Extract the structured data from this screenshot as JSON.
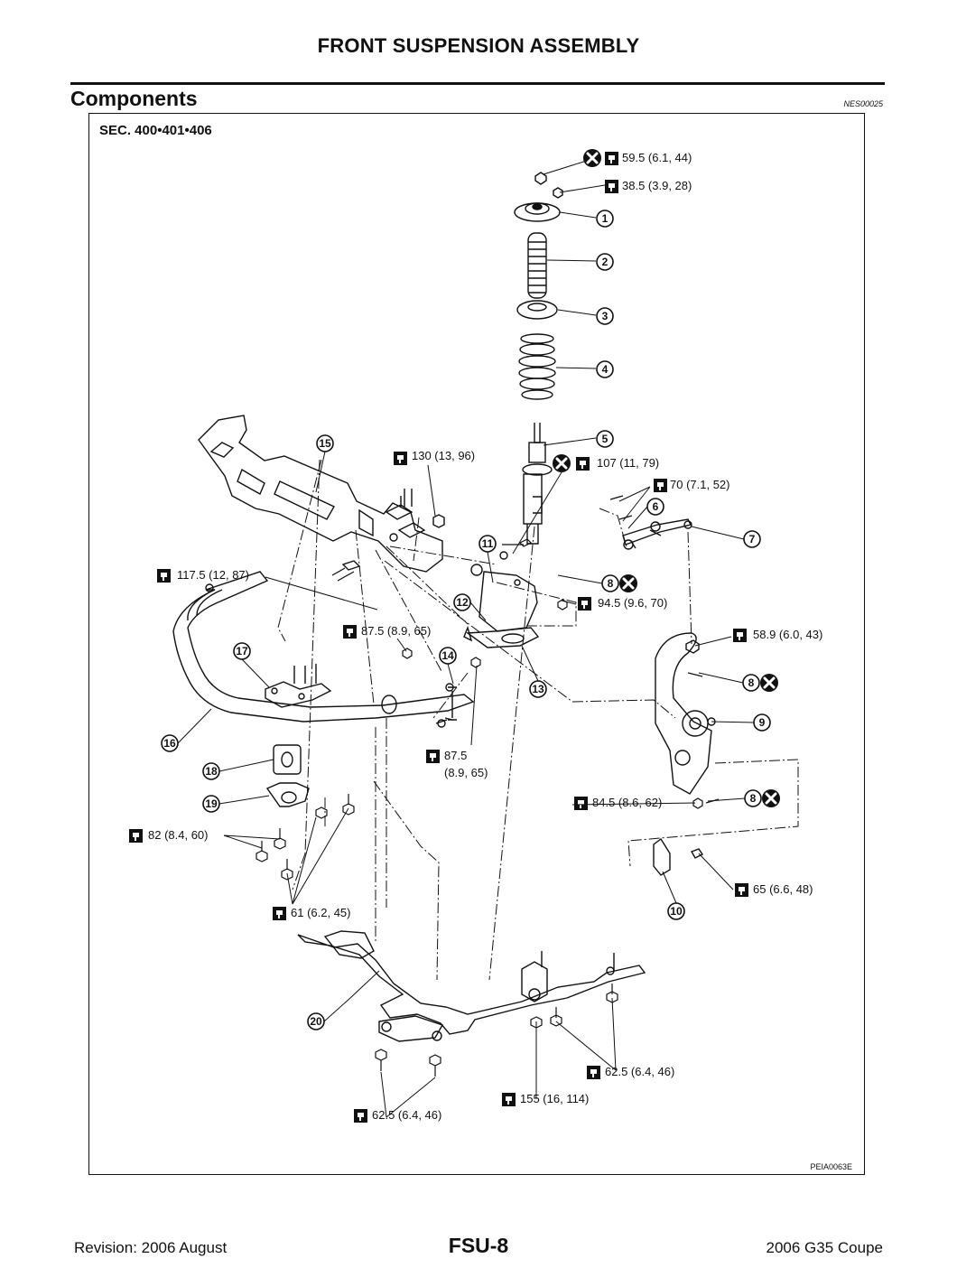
{
  "header": {
    "title": "FRONT SUSPENSION ASSEMBLY"
  },
  "section": {
    "title": "Components",
    "code": "NES00025"
  },
  "diagram": {
    "sec_label": "SEC. 400•401•406",
    "figure_code": "PEIA0063E",
    "torques": {
      "t59": "59.5 (6.1, 44)",
      "t38": "38.5 (3.9, 28)",
      "t130": "130 (13, 96)",
      "t107": "107 (11, 79)",
      "t70": "70 (7.1, 52)",
      "t117": "117.5 (12, 87)",
      "t945": "94.5 (9.6, 70)",
      "t875a": "87.5 (8.9, 65)",
      "t589": "58.9 (6.0, 43)",
      "t875b_1": "87.5",
      "t875b_2": "(8.9, 65)",
      "t845": "84.5 (8.6, 62)",
      "t82": "82 (8.4, 60)",
      "t65": "65 (6.6, 48)",
      "t61": "61 (6.2, 45)",
      "t625a": "62.5 (6.4, 46)",
      "t155": "155 (16, 114)",
      "t625b": "62.5 (6.4, 46)"
    },
    "callouts": [
      "1",
      "2",
      "3",
      "4",
      "5",
      "6",
      "7",
      "8",
      "8",
      "8",
      "9",
      "10",
      "11",
      "12",
      "13",
      "14",
      "15",
      "16",
      "17",
      "18",
      "19",
      "20"
    ]
  },
  "footer": {
    "revision": "Revision: 2006 August",
    "page": "FSU-8",
    "model": "2006 G35 Coupe"
  }
}
